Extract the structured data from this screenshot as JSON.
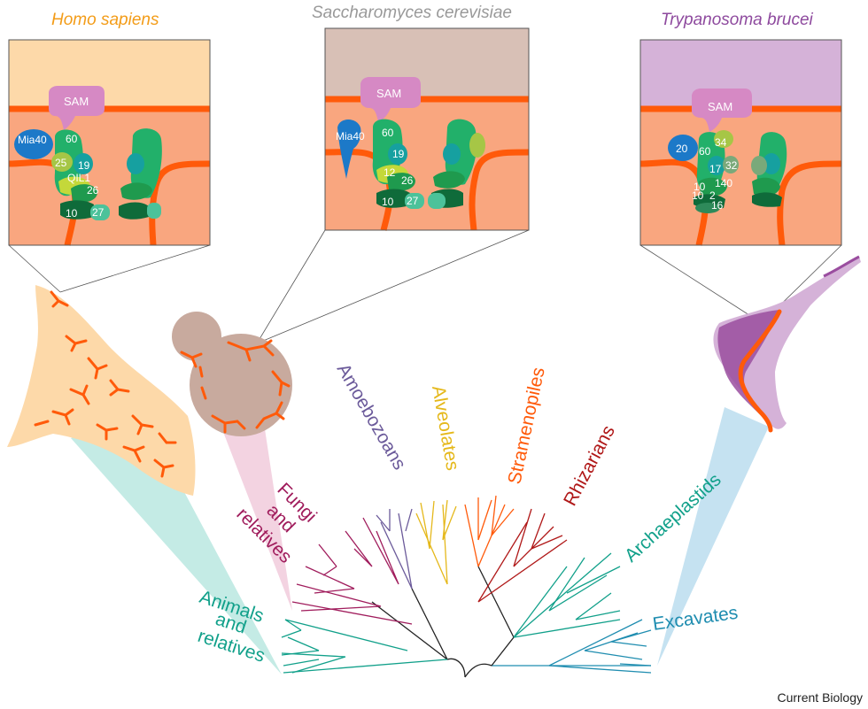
{
  "panels": [
    {
      "title": "Homo sapiens",
      "color": "#f39c18",
      "bg": "#fdd9a9",
      "sam": "SAM",
      "labels": {
        "mia": "Mia40",
        "a": "60",
        "b": "25",
        "c": "19",
        "d": "QIL1",
        "e": "26",
        "f": "10",
        "g": "27"
      }
    },
    {
      "title": "Saccharomyces  cerevisiae",
      "color": "#999999",
      "bg": "#d8c0b6",
      "sam": "SAM",
      "labels": {
        "mia": "Mia40",
        "a": "60",
        "b": "19",
        "c": "12",
        "d": "26",
        "e": "10",
        "f": "27"
      }
    },
    {
      "title": "Trypanosoma brucei",
      "color": "#8e4a9e",
      "bg": "#d5b2d8",
      "sam": "SAM",
      "labels": {
        "a": "20",
        "b": "60",
        "c": "34",
        "d": "17",
        "e": "32",
        "f": "10",
        "g": "140",
        "h": "10",
        "i": "2",
        "j": "16"
      }
    }
  ],
  "clades": {
    "amoebozoans": "Amoebozoans",
    "alveolates": "Alveolates",
    "stramenopiles": "Stramenopiles",
    "rhizarians": "Rhizarians",
    "fungi1": "Fungi",
    "fungi2": "and",
    "fungi3": "relatives",
    "animals1": "Animals",
    "animals2": "and",
    "animals3": "relatives",
    "archaeplastids": "Archaeplastids",
    "excavates": "Excavates"
  },
  "colors": {
    "membrane": "#ff5a0a",
    "ims": "#f9a67f",
    "animals": "#11a08a",
    "fungi": "#a01c5c",
    "amoebozoans": "#6b5a9a",
    "alveolates": "#e5b81a",
    "stramenopiles": "#ff5a0a",
    "rhizarians": "#b01818",
    "archaeplastids": "#11a08a",
    "excavates": "#1f8db0",
    "sam": "#d689c4",
    "mia": "#1c79c8"
  },
  "credit": "Current Biology"
}
